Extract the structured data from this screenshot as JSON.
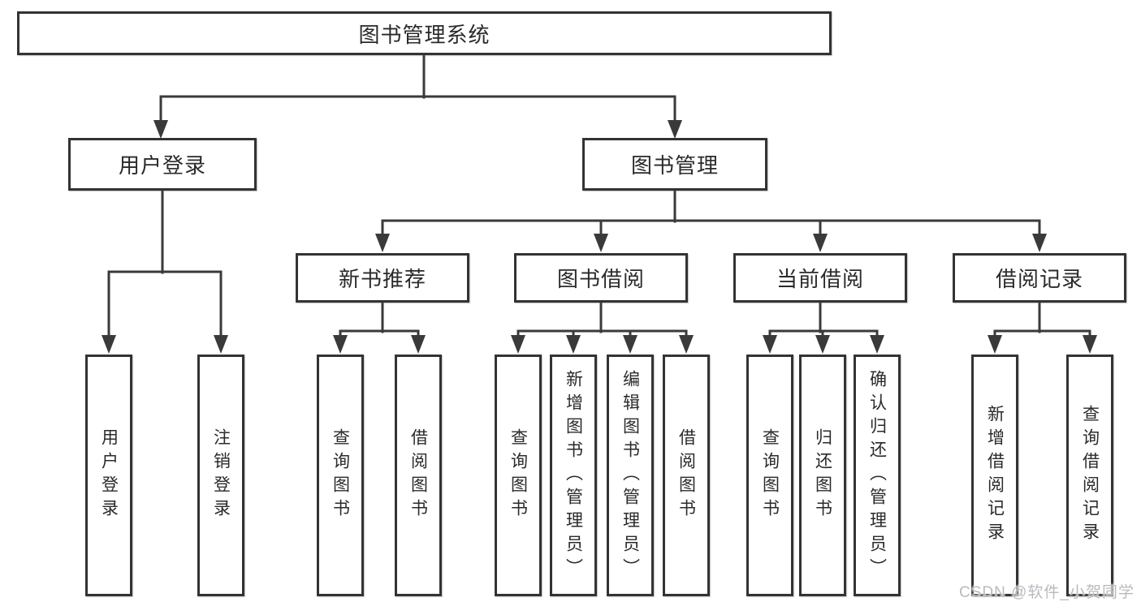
{
  "diagram": {
    "title": "图书管理系统",
    "level2": {
      "user_login": "用户登录",
      "book_mgmt": "图书管理"
    },
    "level3": {
      "new_books": "新书推荐",
      "borrow": "图书借阅",
      "current": "当前借阅",
      "records": "借阅记录"
    },
    "leaves": {
      "user_login": "用户登录",
      "logout": "注销登录",
      "nb_query": "查询图书",
      "nb_borrow": "借阅图书",
      "bw_query": "查询图书",
      "bw_add": "新增图书（管理员）",
      "bw_edit": "编辑图书（管理员）",
      "bw_borrow": "借阅图书",
      "cu_query": "查询图书",
      "cu_return": "归还图书",
      "cu_confirm": "确认归还（管理员）",
      "rc_add": "新增借阅记录",
      "rc_query": "查询借阅记录"
    }
  },
  "watermark": "CSDN @软件_小贺同学"
}
